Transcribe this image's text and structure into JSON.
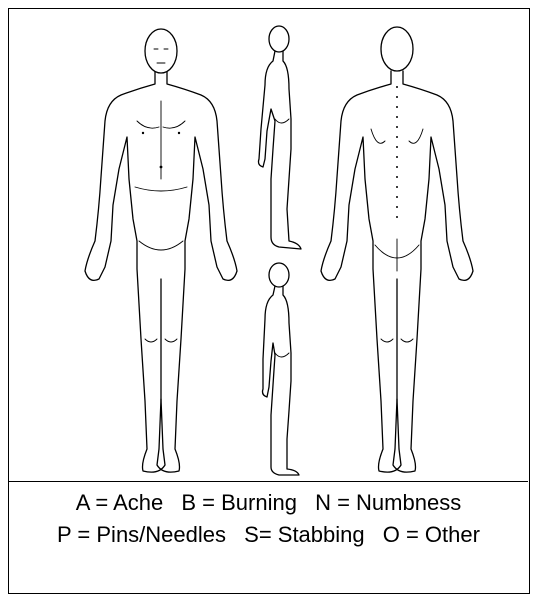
{
  "diagram": {
    "views": [
      {
        "id": "front",
        "icon": "front-body-outline"
      },
      {
        "id": "side-top",
        "icon": "side-body-outline"
      },
      {
        "id": "side-bottom",
        "icon": "side-body-outline"
      },
      {
        "id": "back",
        "icon": "back-body-outline"
      }
    ]
  },
  "legend": {
    "line1": [
      {
        "label": "A = Ache"
      },
      {
        "label": "B = Burning"
      },
      {
        "label": "N = Numbness"
      }
    ],
    "line2": [
      {
        "label": "P = Pins/Needles"
      },
      {
        "label": "S= Stabbing"
      },
      {
        "label": "O = Other"
      }
    ]
  }
}
